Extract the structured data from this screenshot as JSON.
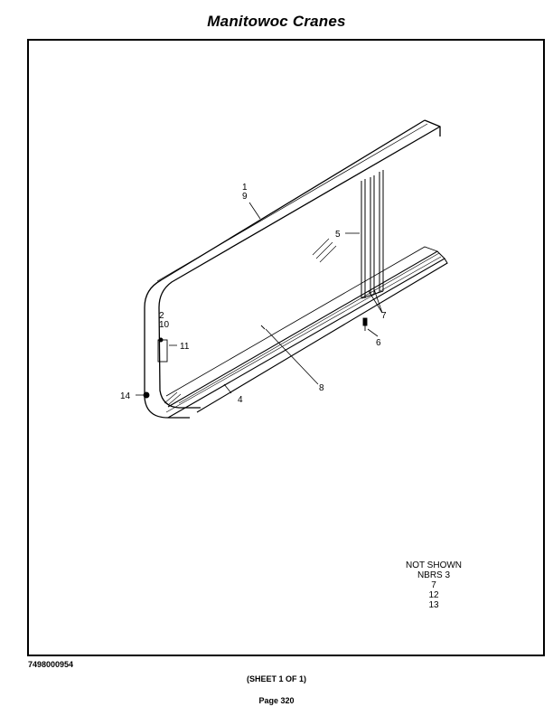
{
  "header": {
    "title": "Manitowoc Cranes"
  },
  "callouts": {
    "c1": "1",
    "c9": "9",
    "c5": "5",
    "c2": "2",
    "c10": "10",
    "c11": "11",
    "c7": "7",
    "c6": "6",
    "c8": "8",
    "c14": "14",
    "c4": "4"
  },
  "not_shown": {
    "line1": "NOT SHOWN",
    "line2": "NBRS 3",
    "line3": "7",
    "line4": "12",
    "line5": "13"
  },
  "footer": {
    "doc_number": "7498000954",
    "sheet": "(SHEET 1 OF 1)",
    "page": "Page 320"
  }
}
